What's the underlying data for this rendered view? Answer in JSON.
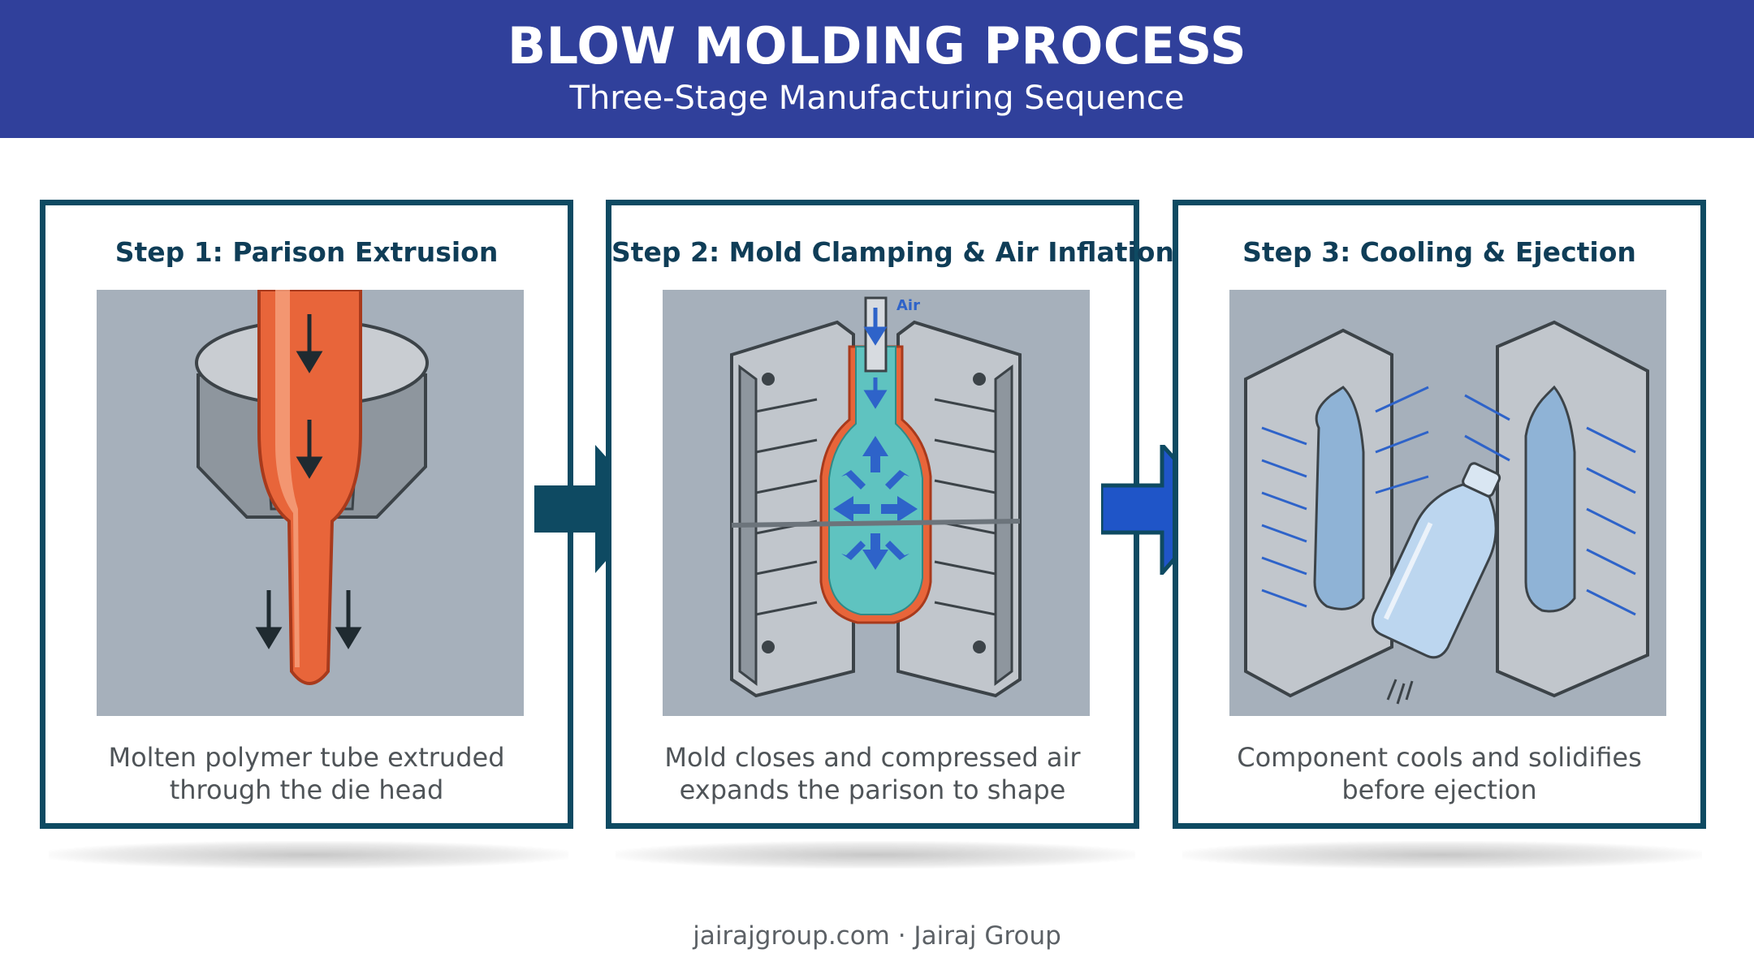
{
  "header": {
    "title": "BLOW MOLDING PROCESS",
    "subtitle": "Three-Stage Manufacturing Sequence"
  },
  "steps": [
    {
      "title": "Step 1: Parison Extrusion",
      "caption": "Molten polymer tube extruded through the die head",
      "icon": "parison-extrusion-illustration"
    },
    {
      "title": "Step 2: Mold Clamping & Air Inflation",
      "caption": "Mold closes and compressed air expands the parison to shape",
      "icon": "mold-inflation-illustration",
      "air_label": "Air"
    },
    {
      "title": "Step 3: Cooling & Ejection",
      "caption": "Component cools and solidifies before ejection",
      "icon": "cooling-ejection-illustration"
    }
  ],
  "footer": {
    "text": "jairajgroup.com · Jairaj Group"
  },
  "colors": {
    "header_bg": "#30409b",
    "panel_border": "#0e4a62",
    "arrow_1": "#0e4a62",
    "arrow_2": "#1f55c8",
    "parison": "#e8653a",
    "inflation_arrows": "#2e63c9"
  }
}
